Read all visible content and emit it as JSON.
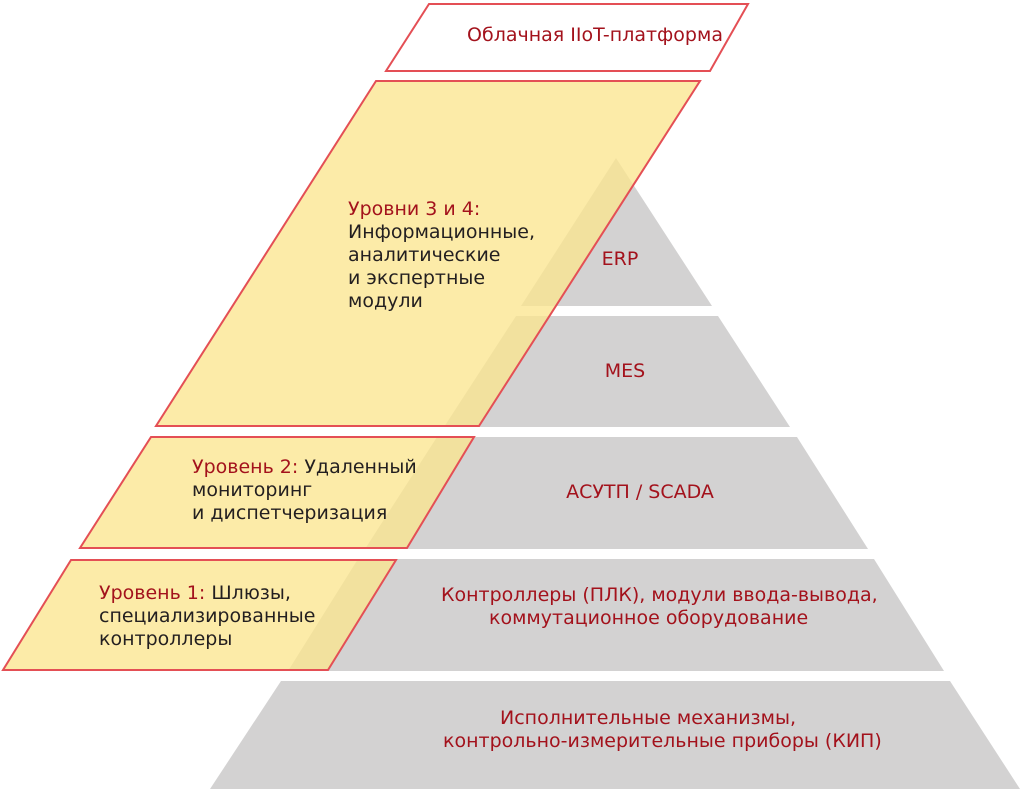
{
  "colors": {
    "pyramid_fill": "#d3d2d2",
    "overlay_fill": "#fbe690",
    "overlay_stroke": "#e44f55",
    "label_red": "#a3121c",
    "text_dark": "#231f20"
  },
  "cloud": {
    "label": "Облачная IIoT-платформа"
  },
  "pyramid": {
    "erp": "ERP",
    "mes": "MES",
    "scada": "АСУТП / SCADA",
    "controllers": [
      "Контроллеры (ПЛК), модули ввода-вывода,",
      "коммутационное оборудование"
    ],
    "field": [
      "Исполнительные механизмы,",
      "контрольно-измерительные приборы (КИП)"
    ]
  },
  "levels": {
    "l34": {
      "title": "Уровни 3 и 4:",
      "lines": [
        "Информационные,",
        "аналитические",
        "и экспертные",
        "модули"
      ]
    },
    "l2": {
      "title": "Уровень 2:",
      "title_rest": " Удаленный",
      "lines": [
        "мониторинг",
        "и диспетчеризация"
      ]
    },
    "l1": {
      "title": "Уровень 1:",
      "title_rest": " Шлюзы,",
      "lines": [
        "специализированные",
        "контроллеры"
      ]
    }
  }
}
